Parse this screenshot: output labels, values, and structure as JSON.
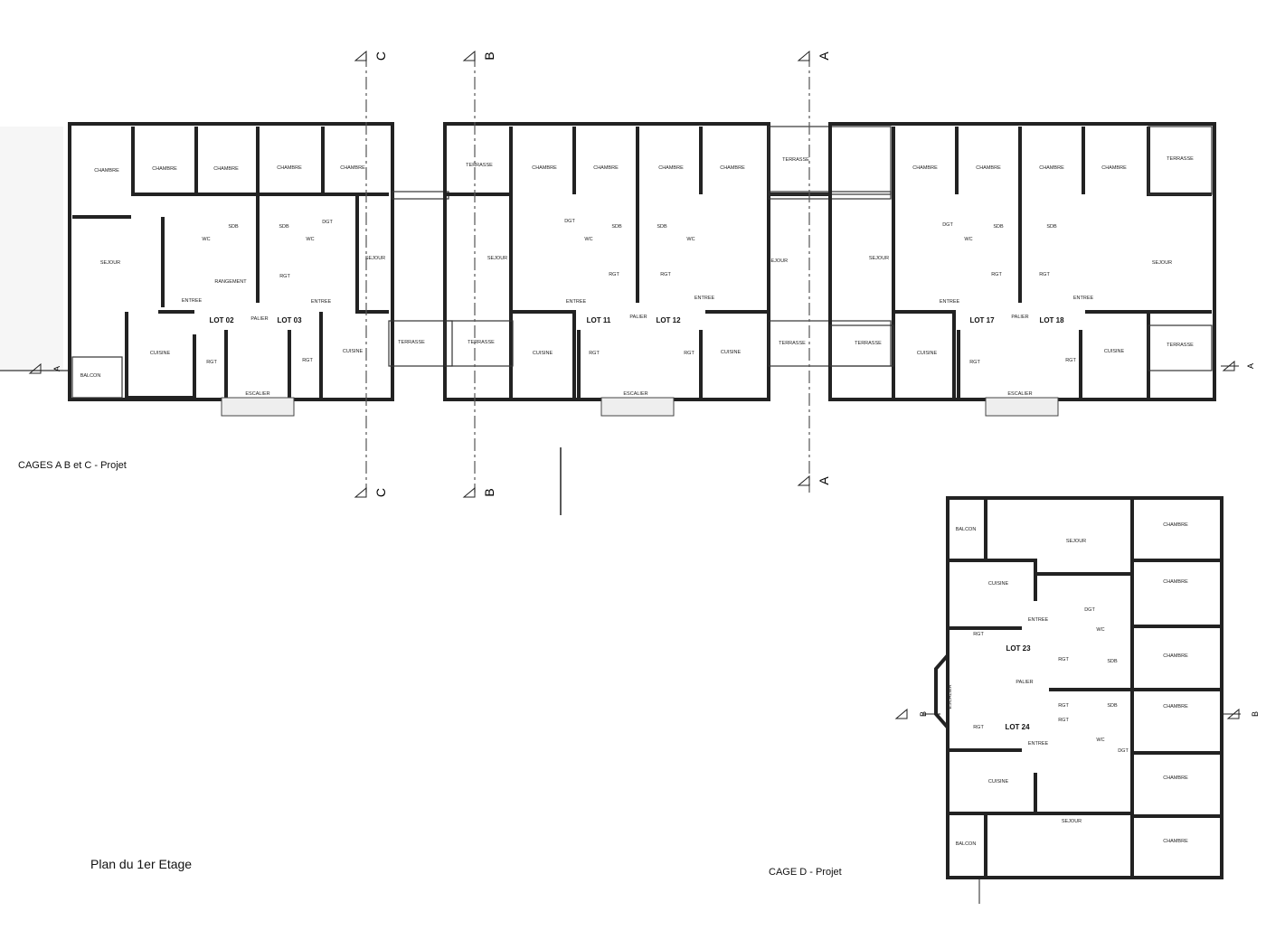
{
  "captions": {
    "cages_abc": "CAGES A B et C - Projet",
    "plan_title": "Plan du 1er Etage",
    "cage_d": "CAGE D - Projet"
  },
  "section_markers": {
    "c": "C",
    "b": "B",
    "a": "A"
  },
  "blocks": [
    {
      "name": "block-lot-02-03",
      "rooms": [
        "CHAMBRE",
        "CHAMBRE",
        "CHAMBRE",
        "CHAMBRE",
        "CHAMBRE",
        "SEJOUR",
        "SEJOUR",
        "SDB",
        "SDB",
        "WC",
        "WC",
        "DGT",
        "RGT",
        "RANGEMENT",
        "ENTREE",
        "ENTREE",
        "PALIER",
        "CUISINE",
        "RGT",
        "RGT",
        "CUISINE",
        "ESCALIER",
        "BALCON"
      ],
      "lots": [
        "LOT 02",
        "LOT 03"
      ]
    },
    {
      "name": "block-lot-11-12",
      "rooms": [
        "TERRASSE",
        "CHAMBRE",
        "CHAMBRE",
        "CHAMBRE",
        "CHAMBRE",
        "SEJOUR",
        "SEJOUR",
        "DGT",
        "SDB",
        "SDB",
        "WC",
        "WC",
        "RGT",
        "RGT",
        "ENTREE",
        "ENTREE",
        "PALIER",
        "CUISINE",
        "RGT",
        "RGT",
        "CUISINE",
        "ESCALIER",
        "TERRASSE",
        "TERRASSE",
        "TERRASSE",
        "TERRASSE",
        "TERRASSE"
      ],
      "lots": [
        "LOT 11",
        "LOT 12"
      ]
    },
    {
      "name": "block-lot-17-18",
      "rooms": [
        "CHAMBRE",
        "CHAMBRE",
        "CHAMBRE",
        "CHAMBRE",
        "SEJOUR",
        "SEJOUR",
        "DGT",
        "SDB",
        "SDB",
        "WC",
        "RGT",
        "RGT",
        "ENTREE",
        "ENTREE",
        "PALIER",
        "CUISINE",
        "RGT",
        "RGT",
        "CUISINE",
        "ESCALIER",
        "TERRASSE",
        "TERRASSE"
      ],
      "lots": [
        "LOT 17",
        "LOT 18"
      ]
    },
    {
      "name": "cage-d",
      "rooms": [
        "BALCON",
        "SEJOUR",
        "CHAMBRE",
        "CUISINE",
        "CHAMBRE",
        "ENTREE",
        "DGT",
        "WC",
        "RGT",
        "RGT",
        "SDB",
        "CHAMBRE",
        "ESCALIER",
        "PALIER",
        "RGT",
        "SDB",
        "CHAMBRE",
        "RGT",
        "RGT",
        "WC",
        "ENTREE",
        "DGT",
        "CUISINE",
        "CHAMBRE",
        "SEJOUR",
        "BALCON",
        "CHAMBRE"
      ],
      "lots": [
        "LOT 23",
        "LOT 24"
      ]
    }
  ]
}
